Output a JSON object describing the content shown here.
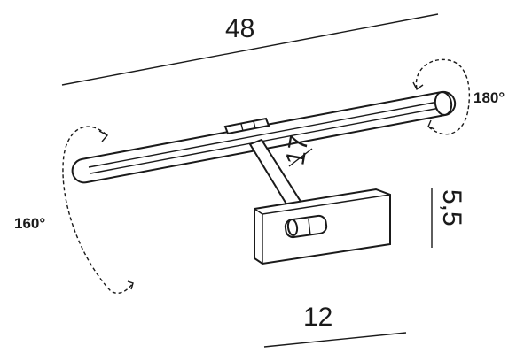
{
  "dimensions": {
    "length": "48",
    "arm": "17",
    "height": "5,5",
    "width": "12"
  },
  "angles": {
    "left": "160°",
    "right": "180°"
  }
}
